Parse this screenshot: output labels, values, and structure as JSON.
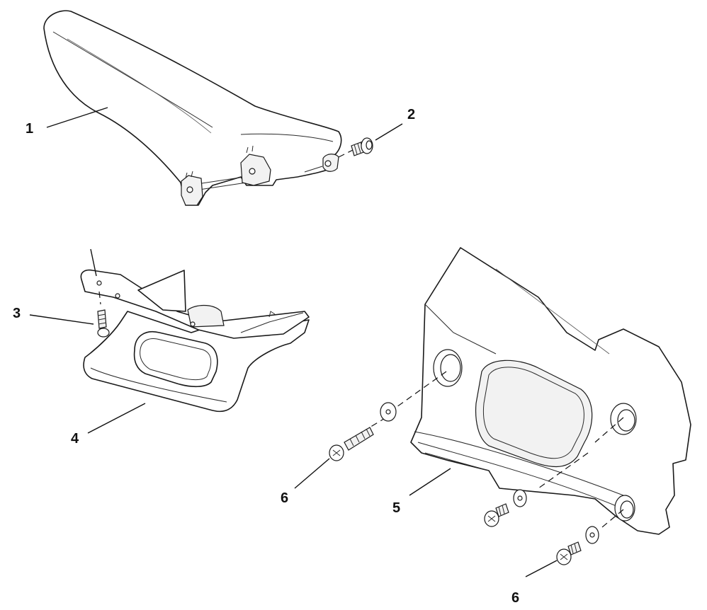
{
  "callouts": [
    {
      "id": "c1",
      "text": "1"
    },
    {
      "id": "c2",
      "text": "2"
    },
    {
      "id": "c3",
      "text": "3"
    },
    {
      "id": "c4",
      "text": "4"
    },
    {
      "id": "c5",
      "text": "5"
    },
    {
      "id": "c6a",
      "text": "6"
    },
    {
      "id": "c6b",
      "text": "6"
    }
  ],
  "colors": {
    "line": "#1a1a1a",
    "background": "#ffffff"
  }
}
